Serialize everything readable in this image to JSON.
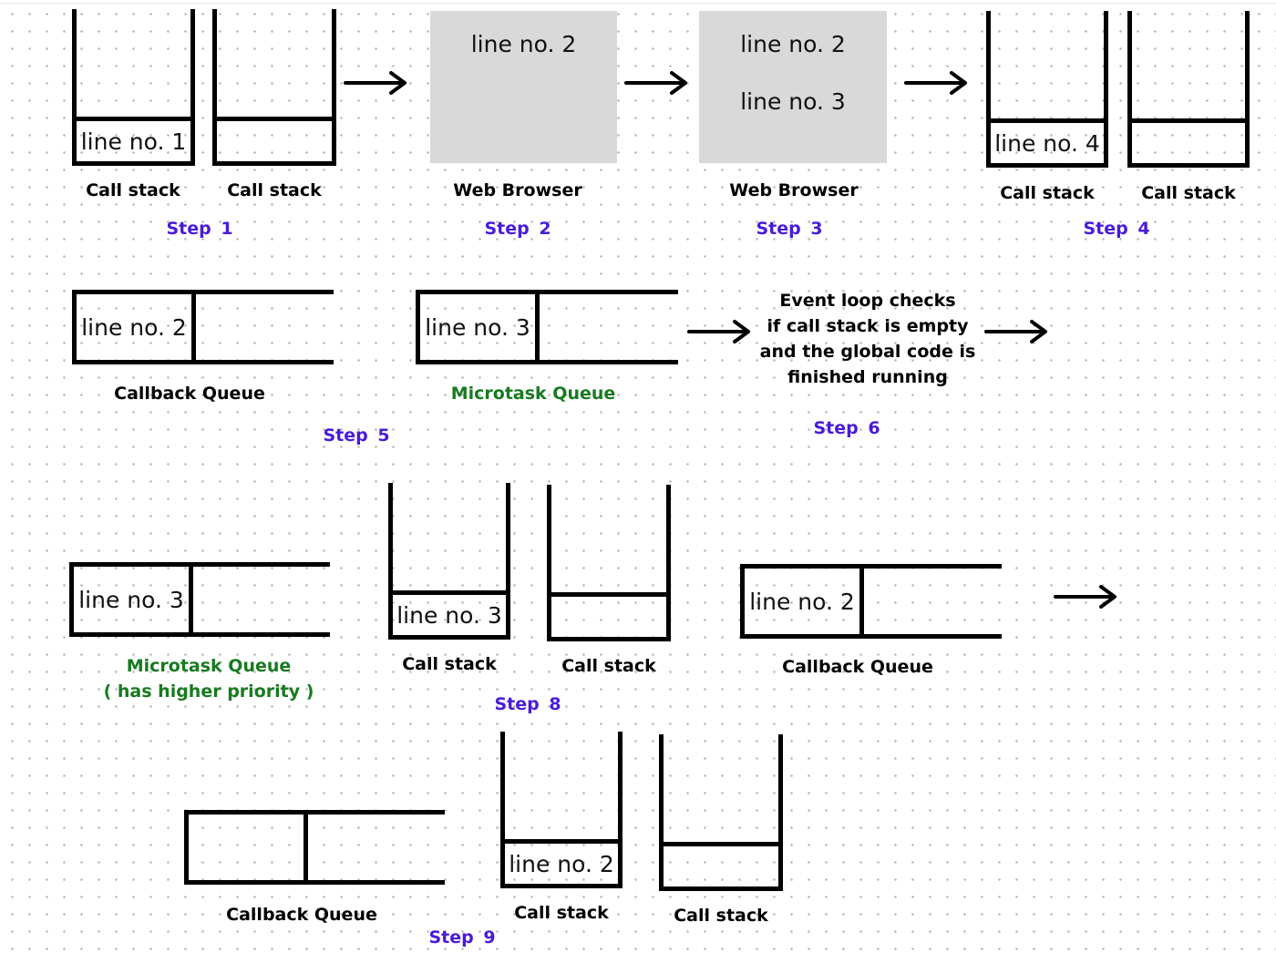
{
  "steps": {
    "s1": "Step  1",
    "s2": "Step 2",
    "s3": "Step 3",
    "s4": "Step  4",
    "s5": "Step  5",
    "s6": "Step  6",
    "s8": "Step  8",
    "s9": "Step  9"
  },
  "labels": {
    "call_stack": "Call stack",
    "web_browser": "Web Browser",
    "callback_queue": "Callback Queue",
    "microtask_queue": "Microtask Queue",
    "higher_priority": "( has higher priority )"
  },
  "values": {
    "line1": "line no. 1",
    "line2": "line no. 2",
    "line3": "line no. 3",
    "line4": "line no. 4"
  },
  "event_loop": {
    "line1": "Event loop checks",
    "line2": "if call stack is empty",
    "line3": "and the global code is",
    "line4": "finished running"
  },
  "colors": {
    "step": "#4a1bd8",
    "microtask": "#177a1f",
    "browser_fill": "#d9d9d9"
  }
}
